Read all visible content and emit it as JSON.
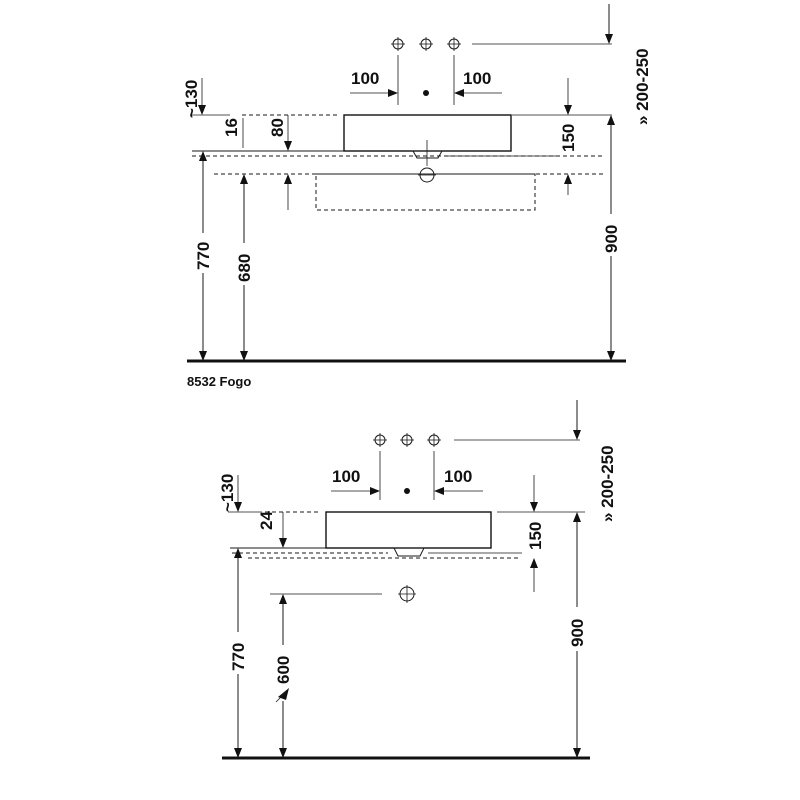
{
  "caption": "8532 Fogo",
  "top_view": {
    "dim_pipe_left": "100",
    "dim_pipe_right": "100",
    "dim_tap_range": "200-250",
    "dim_approx": "~130",
    "dim_rim": "16",
    "dim_depth": "80",
    "dim_150": "150",
    "dim_770": "770",
    "dim_680": "680",
    "dim_900": "900"
  },
  "bottom_view": {
    "dim_pipe_left": "100",
    "dim_pipe_right": "100",
    "dim_tap_range": "200-250",
    "dim_approx": "~130",
    "dim_rim": "24",
    "dim_150": "150",
    "dim_770": "770",
    "dim_600": "600",
    "dim_900": "900"
  }
}
